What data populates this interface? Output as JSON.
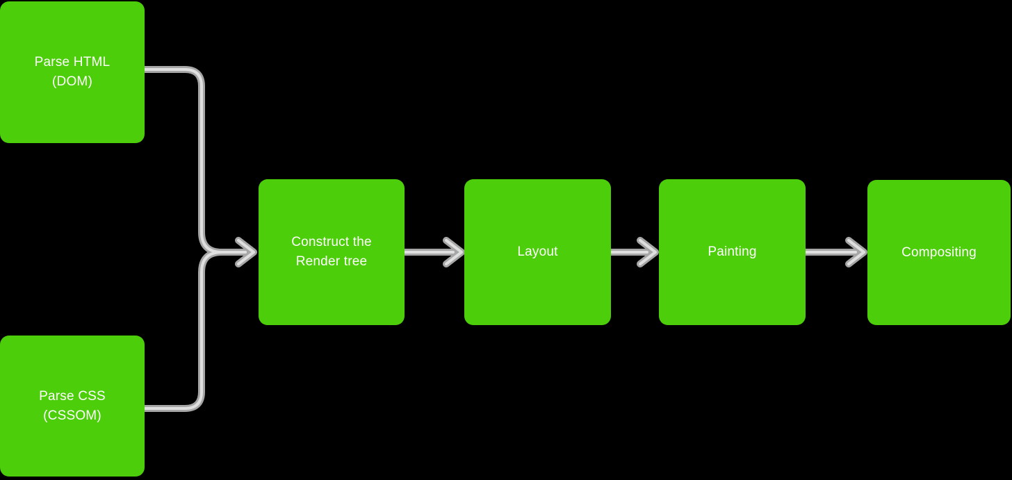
{
  "diagram": {
    "title": "Browser rendering pipeline flowchart",
    "colors": {
      "background": "#000000",
      "node": "#4CCE0A",
      "text": "#FFFFFF",
      "connector": "#A6A6A6",
      "connectorHighlight": "#DFDFDF"
    },
    "nodes": [
      {
        "id": "parse-html",
        "label": "Parse HTML (DOM)",
        "lines": [
          "Parse HTML",
          "(DOM)"
        ]
      },
      {
        "id": "parse-css",
        "label": "Parse CSS (CSSOM)",
        "lines": [
          "Parse CSS",
          "(CSSOM)"
        ]
      },
      {
        "id": "construct-render-tree",
        "label": "Construct the Render tree",
        "lines": [
          "Construct the",
          "Render tree"
        ]
      },
      {
        "id": "layout",
        "label": "Layout",
        "lines": [
          "Layout"
        ]
      },
      {
        "id": "painting",
        "label": "Painting",
        "lines": [
          "Painting"
        ]
      },
      {
        "id": "compositing",
        "label": "Compositing",
        "lines": [
          "Compositing"
        ]
      }
    ],
    "edges": [
      {
        "from": "parse-html",
        "to": "construct-render-tree"
      },
      {
        "from": "parse-css",
        "to": "construct-render-tree"
      },
      {
        "from": "construct-render-tree",
        "to": "layout"
      },
      {
        "from": "layout",
        "to": "painting"
      },
      {
        "from": "painting",
        "to": "compositing"
      }
    ]
  }
}
